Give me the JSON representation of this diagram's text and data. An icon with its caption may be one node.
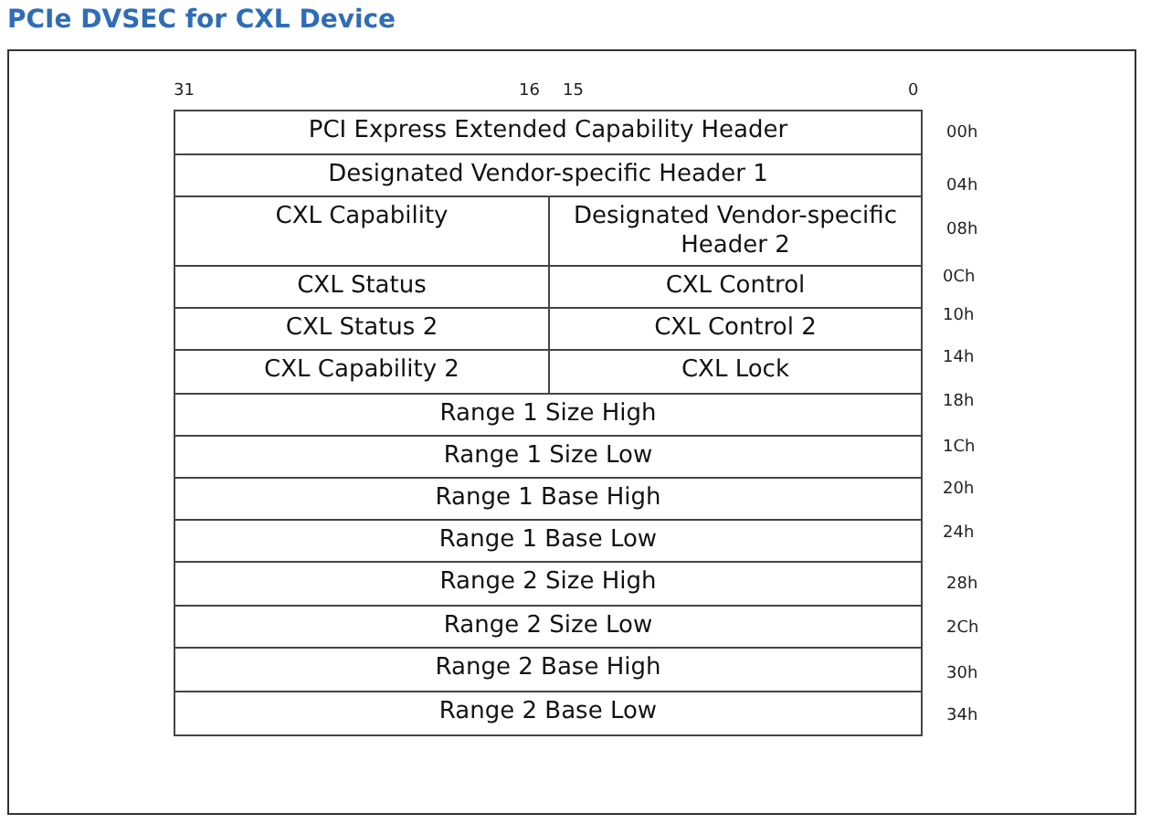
{
  "diagram": {
    "title": "PCIe DVSEC for CXL Device",
    "nodes": [
      {
        "text": [
          "PCI Express Extended Capability Header"
        ]
      },
      {
        "text": [
          "Designated Vendor-specific Header 1"
        ]
      },
      {
        "text": [
          "CXL Capability"
        ]
      },
      {
        "text": [
          "Designated Vendor-specific Header 2"
        ]
      },
      {
        "text": [
          "CXL Status"
        ]
      },
      {
        "text": [
          "CXL Control"
        ]
      },
      {
        "text": [
          "CXL Status 2"
        ]
      },
      {
        "text": [
          "CXL Control 2"
        ]
      },
      {
        "text": [
          "CXL Capability 2"
        ]
      },
      {
        "text": [
          "CXL Lock"
        ]
      },
      {
        "text": [
          "Range 1 Size High"
        ]
      },
      {
        "text": [
          "Range 1 Size Low"
        ]
      },
      {
        "text": [
          "Range 1 Base High"
        ]
      },
      {
        "text": [
          "Range 1 Base Low"
        ]
      },
      {
        "text": [
          "Range 2 Size High"
        ]
      },
      {
        "text": [
          "Range 2 Size Low"
        ]
      },
      {
        "text": [
          "Range 2 Base High"
        ]
      },
      {
        "text": [
          "Range 2 Base Low"
        ]
      }
    ],
    "labels": [
      "31",
      "16",
      "15",
      "0",
      "00h",
      "04h",
      "08h",
      "0Ch",
      "10h",
      "14h",
      "18h",
      "1Ch",
      "20h",
      "24h",
      "28h",
      "2Ch",
      "30h",
      "34h"
    ]
  }
}
